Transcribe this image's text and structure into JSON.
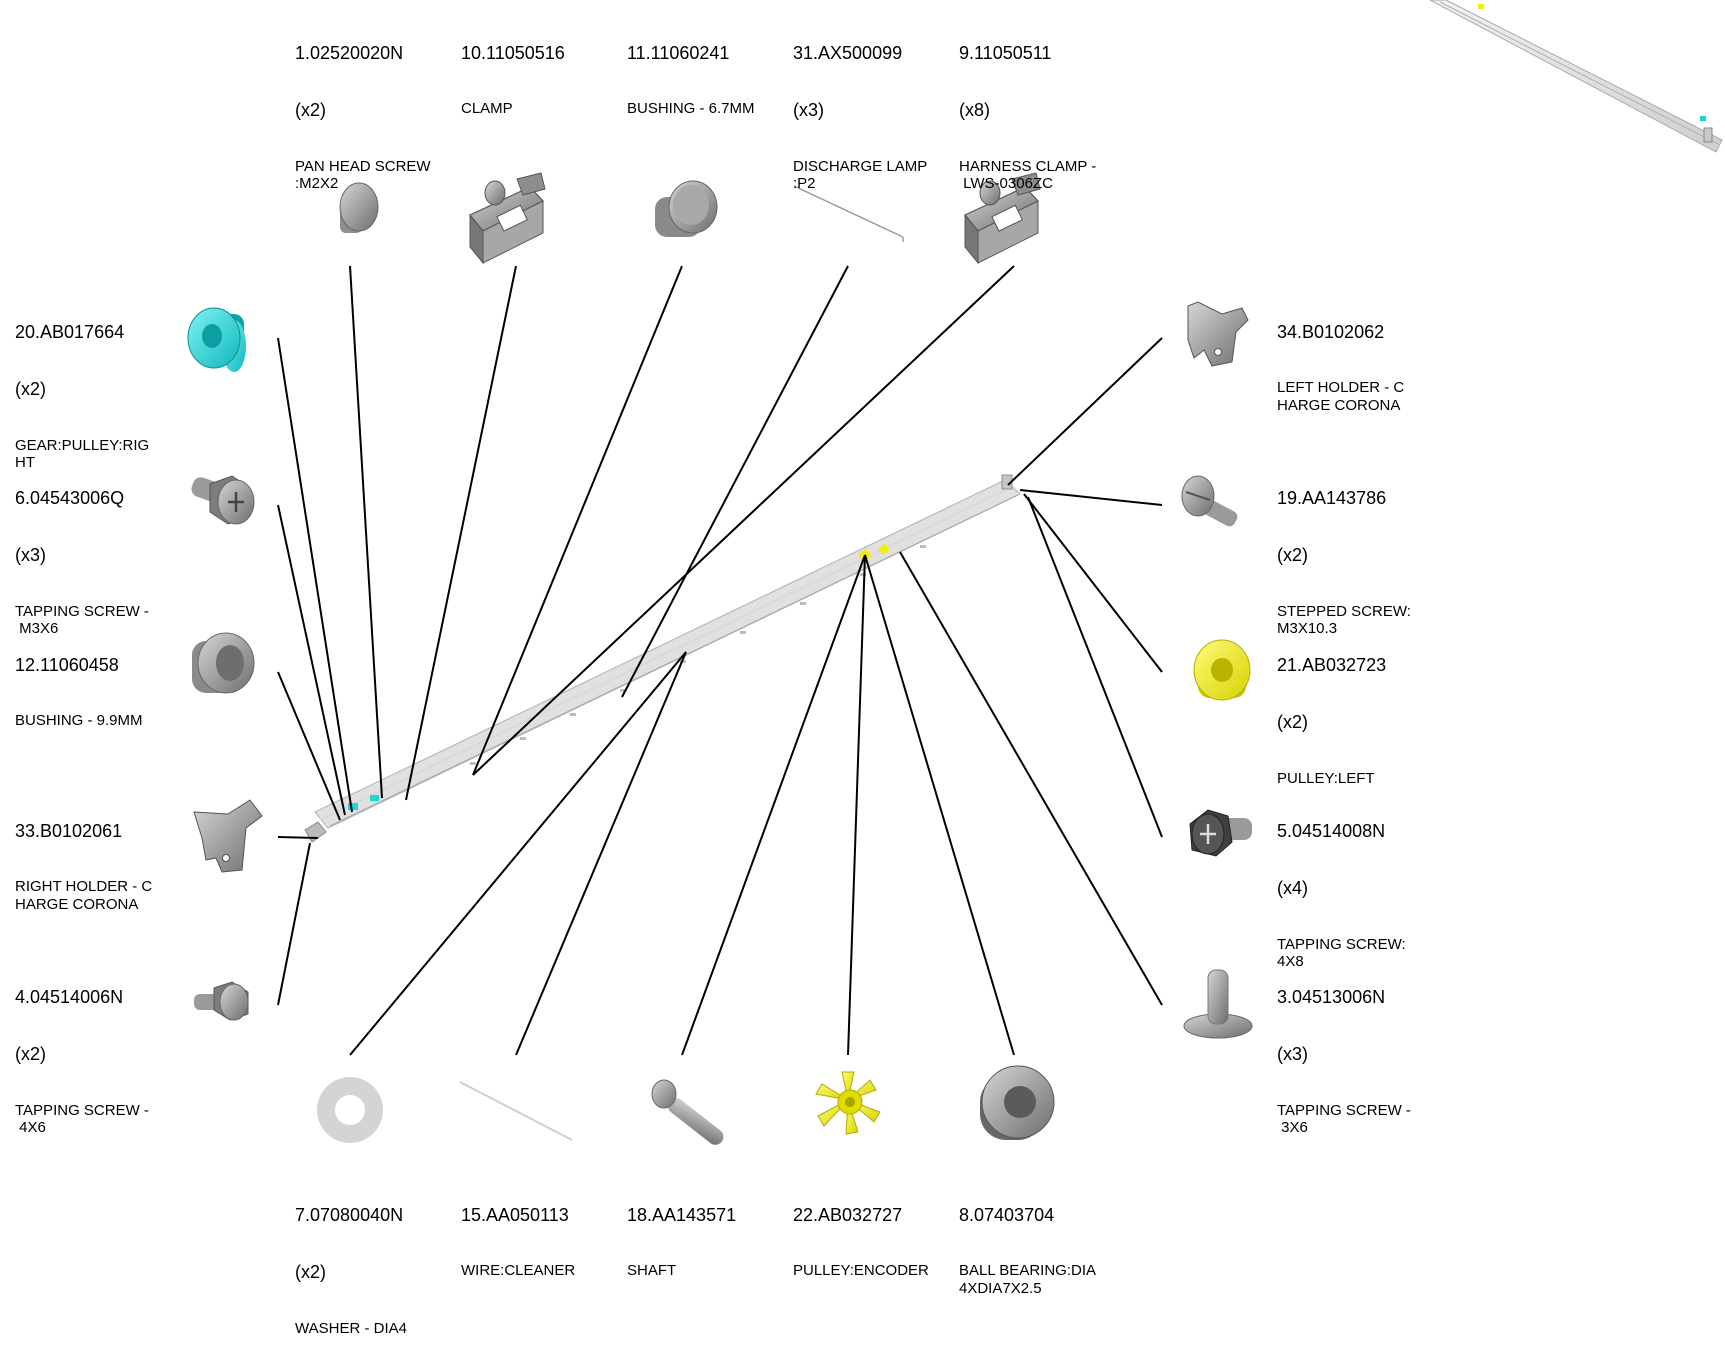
{
  "parts": [
    {
      "id": "p1",
      "number": "1.02520020N",
      "qty": "(x2)",
      "desc": "PAN HEAD SCREW\n:M2X2",
      "icon": "pan-head-screw-icon"
    },
    {
      "id": "p10",
      "number": "10.11050516",
      "qty": "",
      "desc": "CLAMP",
      "icon": "clamp-icon"
    },
    {
      "id": "p11",
      "number": "11.11060241",
      "qty": "",
      "desc": "BUSHING - 6.7MM",
      "icon": "bushing-icon"
    },
    {
      "id": "p31",
      "number": "31.AX500099",
      "qty": "(x3)",
      "desc": "DISCHARGE LAMP\n:P2",
      "icon": "discharge-lamp-icon"
    },
    {
      "id": "p9",
      "number": "9.11050511",
      "qty": "(x8)",
      "desc": "HARNESS CLAMP -\n LWS-0306ZC",
      "icon": "harness-clamp-icon"
    },
    {
      "id": "p20",
      "number": "20.AB017664",
      "qty": "(x2)",
      "desc": "GEAR:PULLEY:RIG\nHT",
      "icon": "gear-pulley-icon",
      "color": "#22d3d6"
    },
    {
      "id": "p6",
      "number": "6.04543006Q",
      "qty": "(x3)",
      "desc": "TAPPING SCREW -\n M3X6",
      "icon": "tapping-screw-icon"
    },
    {
      "id": "p12",
      "number": "12.11060458",
      "qty": "",
      "desc": "BUSHING - 9.9MM",
      "icon": "bushing-icon"
    },
    {
      "id": "p33",
      "number": "33.B0102061",
      "qty": "",
      "desc": "RIGHT HOLDER - C\nHARGE CORONA",
      "icon": "holder-icon"
    },
    {
      "id": "p4",
      "number": "4.04514006N",
      "qty": "(x2)",
      "desc": "TAPPING SCREW -\n 4X6",
      "icon": "tapping-screw-icon"
    },
    {
      "id": "p34",
      "number": "34.B0102062",
      "qty": "",
      "desc": "LEFT HOLDER - C\nHARGE CORONA",
      "icon": "holder-icon"
    },
    {
      "id": "p19",
      "number": "19.AA143786",
      "qty": "(x2)",
      "desc": "STEPPED SCREW:\nM3X10.3",
      "icon": "stepped-screw-icon"
    },
    {
      "id": "p21",
      "number": "21.AB032723",
      "qty": "(x2)",
      "desc": "PULLEY:LEFT",
      "icon": "pulley-icon",
      "color": "#f2ee1a"
    },
    {
      "id": "p5",
      "number": "5.04514008N",
      "qty": "(x4)",
      "desc": "TAPPING SCREW:\n4X8",
      "icon": "tapping-screw-icon"
    },
    {
      "id": "p3",
      "number": "3.04513006N",
      "qty": "(x3)",
      "desc": "TAPPING SCREW -\n 3X6",
      "icon": "flange-screw-icon"
    },
    {
      "id": "p7",
      "number": "7.07080040N",
      "qty": "(x2)",
      "desc": "WASHER - DIA4",
      "icon": "washer-icon"
    },
    {
      "id": "p15",
      "number": "15.AA050113",
      "qty": "",
      "desc": "WIRE:CLEANER",
      "icon": "wire-icon"
    },
    {
      "id": "p18",
      "number": "18.AA143571",
      "qty": "",
      "desc": "SHAFT",
      "icon": "shaft-icon"
    },
    {
      "id": "p22",
      "number": "22.AB032727",
      "qty": "",
      "desc": "PULLEY:ENCODER",
      "icon": "encoder-pulley-icon",
      "color": "#f2ee1a"
    },
    {
      "id": "p8",
      "number": "8.07403704",
      "qty": "",
      "desc": "BALL BEARING:DIA\n4XDIA7X2.5",
      "icon": "ball-bearing-icon"
    }
  ],
  "colors": {
    "line": "#000000",
    "part_gray": "#9a9a9a",
    "part_light": "#c8c8c8",
    "cyan": "#22d3d6",
    "yellow": "#f2ee1a"
  }
}
